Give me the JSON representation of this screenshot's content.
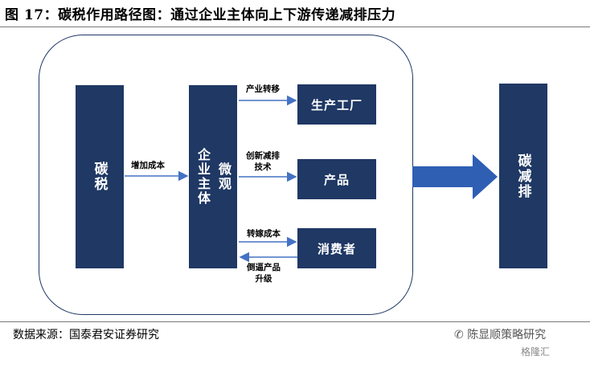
{
  "title": "图 17：碳税作用路径图：通过企业主体向上下游传递减排压力",
  "boxes": {
    "carbon_tax": "碳税",
    "micro_enterprise": [
      "微",
      "观",
      "企",
      "业",
      "主",
      "体"
    ],
    "factory": "生产工厂",
    "product": "产品",
    "consumer": "消费者",
    "emission_reduction": "碳减排"
  },
  "labels": {
    "increase_cost": "增加成本",
    "industry_transfer": "产业转移",
    "innovation_line1": "创新减排",
    "innovation_line2": "技术",
    "pass_cost": "转嫁成本",
    "force_line1": "倒逼产品",
    "force_line2": "升级"
  },
  "source": "数据来源：国泰君安证券研究",
  "watermark": {
    "account": "陈显顺策略研究",
    "platform": "格隆汇"
  },
  "colors": {
    "box": "#1f3864",
    "arrow": "#4472c4",
    "big_arrow": "#2e5fb3"
  }
}
